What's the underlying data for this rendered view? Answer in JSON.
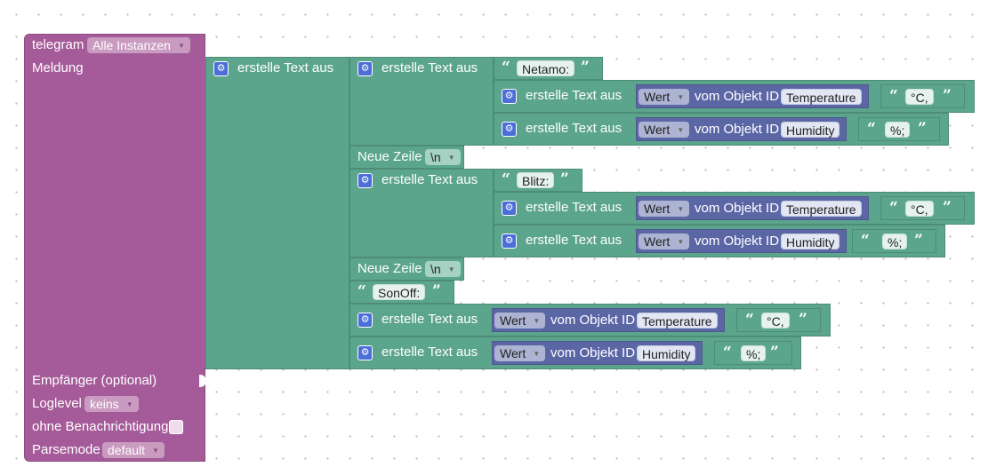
{
  "colors": {
    "telegram_block": "#a55b99",
    "text_block": "#5ba58c",
    "value_block": "#5b67a5",
    "gear_icon": "#4b6ed8"
  },
  "telegram": {
    "title": "telegram",
    "instance_value": "Alle Instanzen",
    "message_label": "Meldung",
    "recipient_label": "Empfänger (optional)",
    "loglevel_label": "Loglevel",
    "loglevel_value": "keins",
    "silent_label": "ohne Benachrichtigung",
    "parsemode_label": "Parsemode",
    "parsemode_value": "default"
  },
  "text_join": {
    "label": "erstelle Text aus"
  },
  "newline": {
    "label": "Neue Zeile",
    "value": "\\n"
  },
  "value_of": {
    "dropdown": "Wert",
    "label": "vom Objekt ID"
  },
  "groups": [
    {
      "header": "Netamo:",
      "rows": [
        {
          "object": "Temperature",
          "unit": "°C,"
        },
        {
          "object": "Humidity",
          "unit": "%;"
        }
      ]
    },
    {
      "header": "Blitz:",
      "rows": [
        {
          "object": "Temperature",
          "unit": "°C,"
        },
        {
          "object": "Humidity",
          "unit": "%;"
        }
      ]
    },
    {
      "header": "SonOff:",
      "rows": [
        {
          "object": "Temperature",
          "unit": "°C,"
        },
        {
          "object": "Humidity",
          "unit": "%;"
        }
      ]
    }
  ]
}
